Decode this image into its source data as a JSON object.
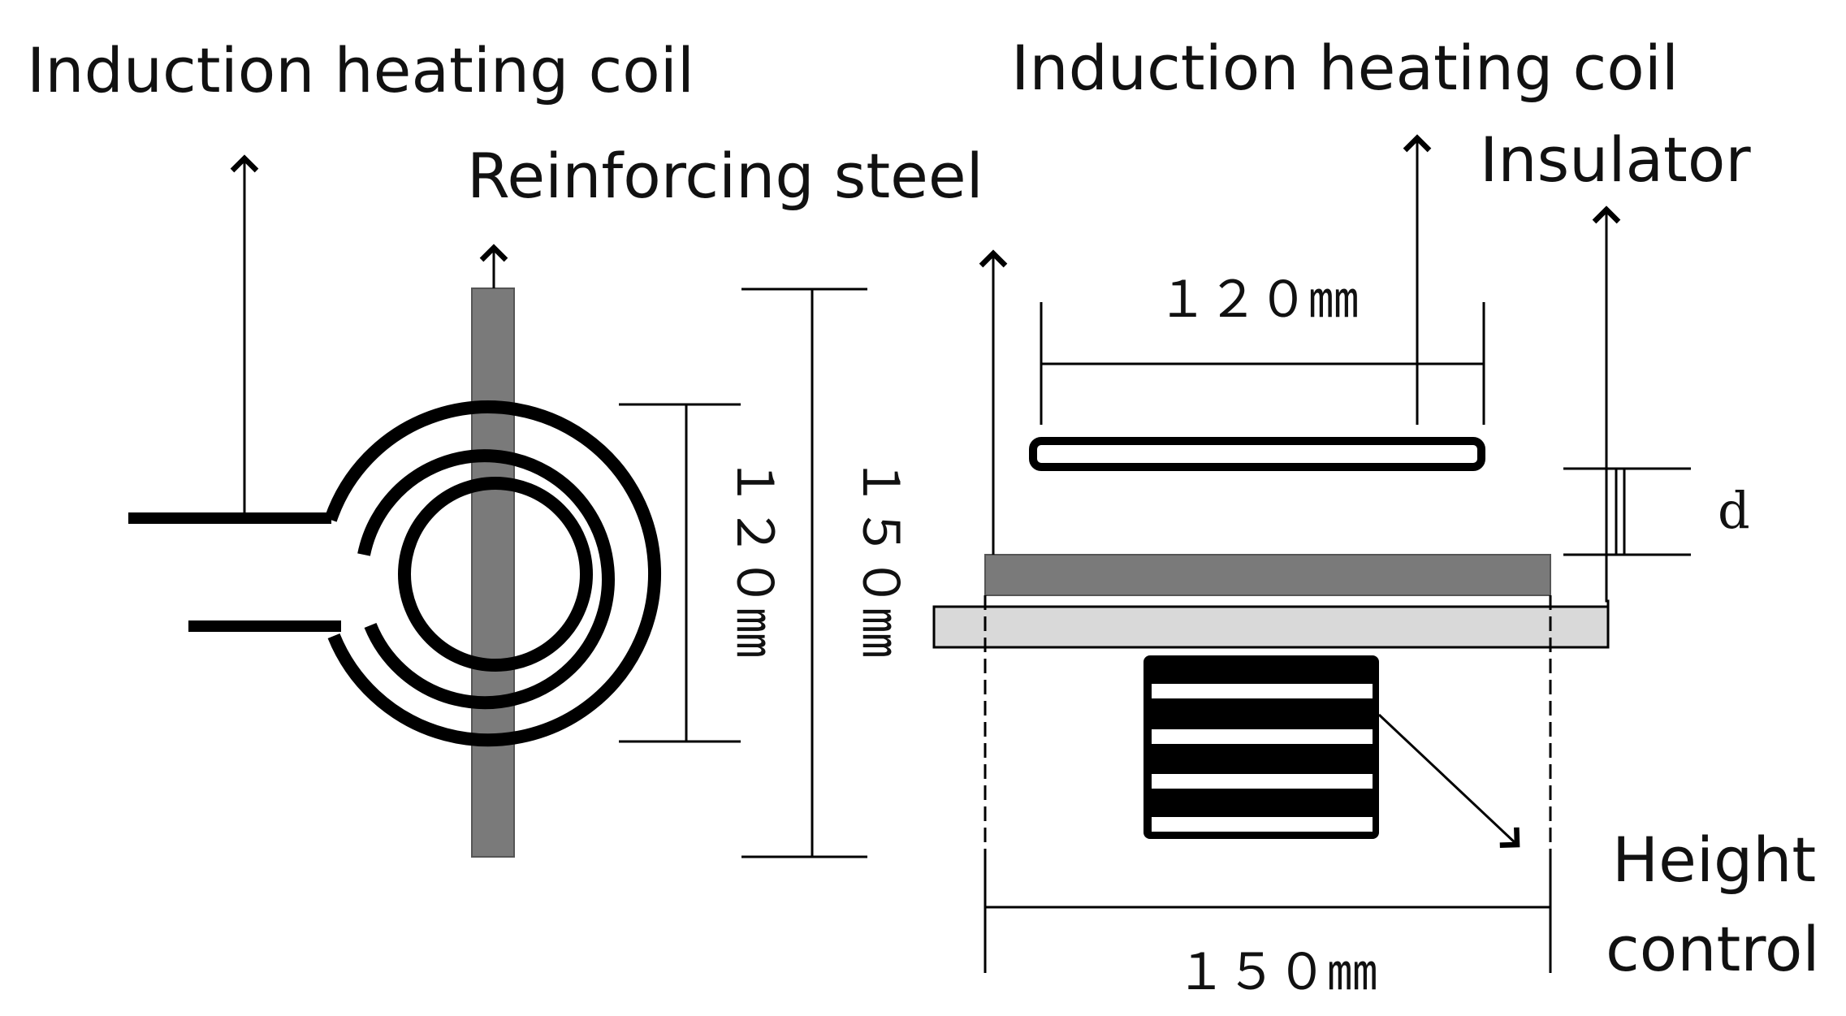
{
  "labels": {
    "left_coil": "Induction heating coil",
    "steel": "Reinforcing steel",
    "right_coil": "Induction heating coil",
    "insulator": "Insulator",
    "height_control_1": "Height",
    "height_control_2": "control"
  },
  "dimensions": {
    "inner_120": "１２０㎜",
    "outer_150": "１５０㎜",
    "top_120": "１２０㎜",
    "bottom_150": "１５０㎜",
    "gap": "d"
  },
  "colors": {
    "steel": "#7a7a7a",
    "insulator": "#d9d9d9",
    "line": "#000000"
  }
}
